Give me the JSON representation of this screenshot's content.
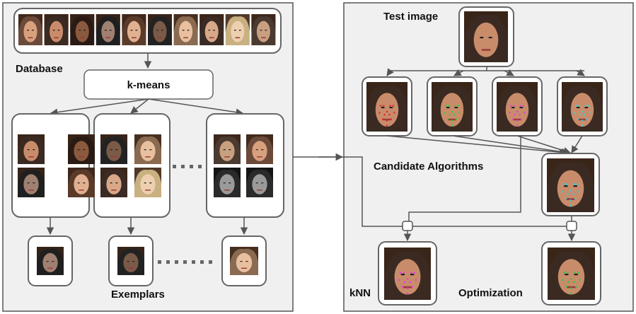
{
  "labels": {
    "database": "Database",
    "kmeans": "k-means",
    "exemplars": "Exemplars",
    "test_image": "Test image",
    "candidate_algorithms": "Candidate Algorithms",
    "knn": "kNN",
    "optimization": "Optimization"
  },
  "icons": {
    "face_thumbnail": "face-photo-icon",
    "landmark_overlay": "facial-landmark-dots"
  },
  "colors": {
    "panel_fill": "#f0f0f0",
    "box_stroke": "#666666",
    "arrow": "#555555",
    "landmark_sets": [
      "#e0202a",
      "#2ad13a",
      "#e040e0",
      "#40d0d0"
    ]
  }
}
